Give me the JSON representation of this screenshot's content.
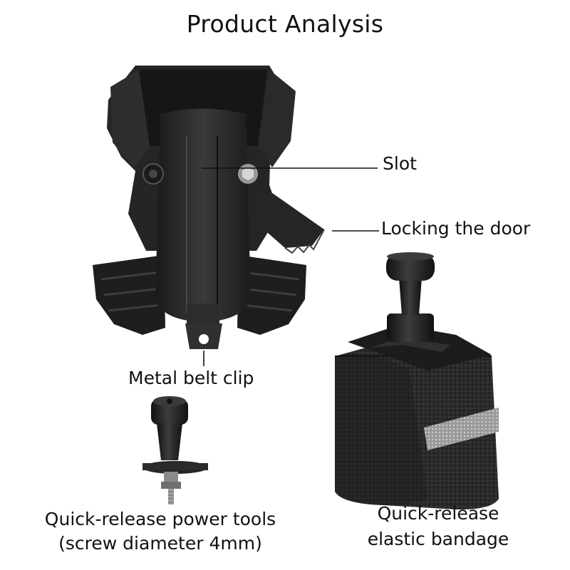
{
  "title": "Product Analysis",
  "labels": {
    "slot": "Slot",
    "locking": "Locking the door",
    "clip": "Metal belt clip",
    "tool_line1": "Quick-release power tools",
    "tool_line2": "(screw diameter 4mm)",
    "band_line1": "Quick-release",
    "band_line2": "elastic bandage"
  }
}
